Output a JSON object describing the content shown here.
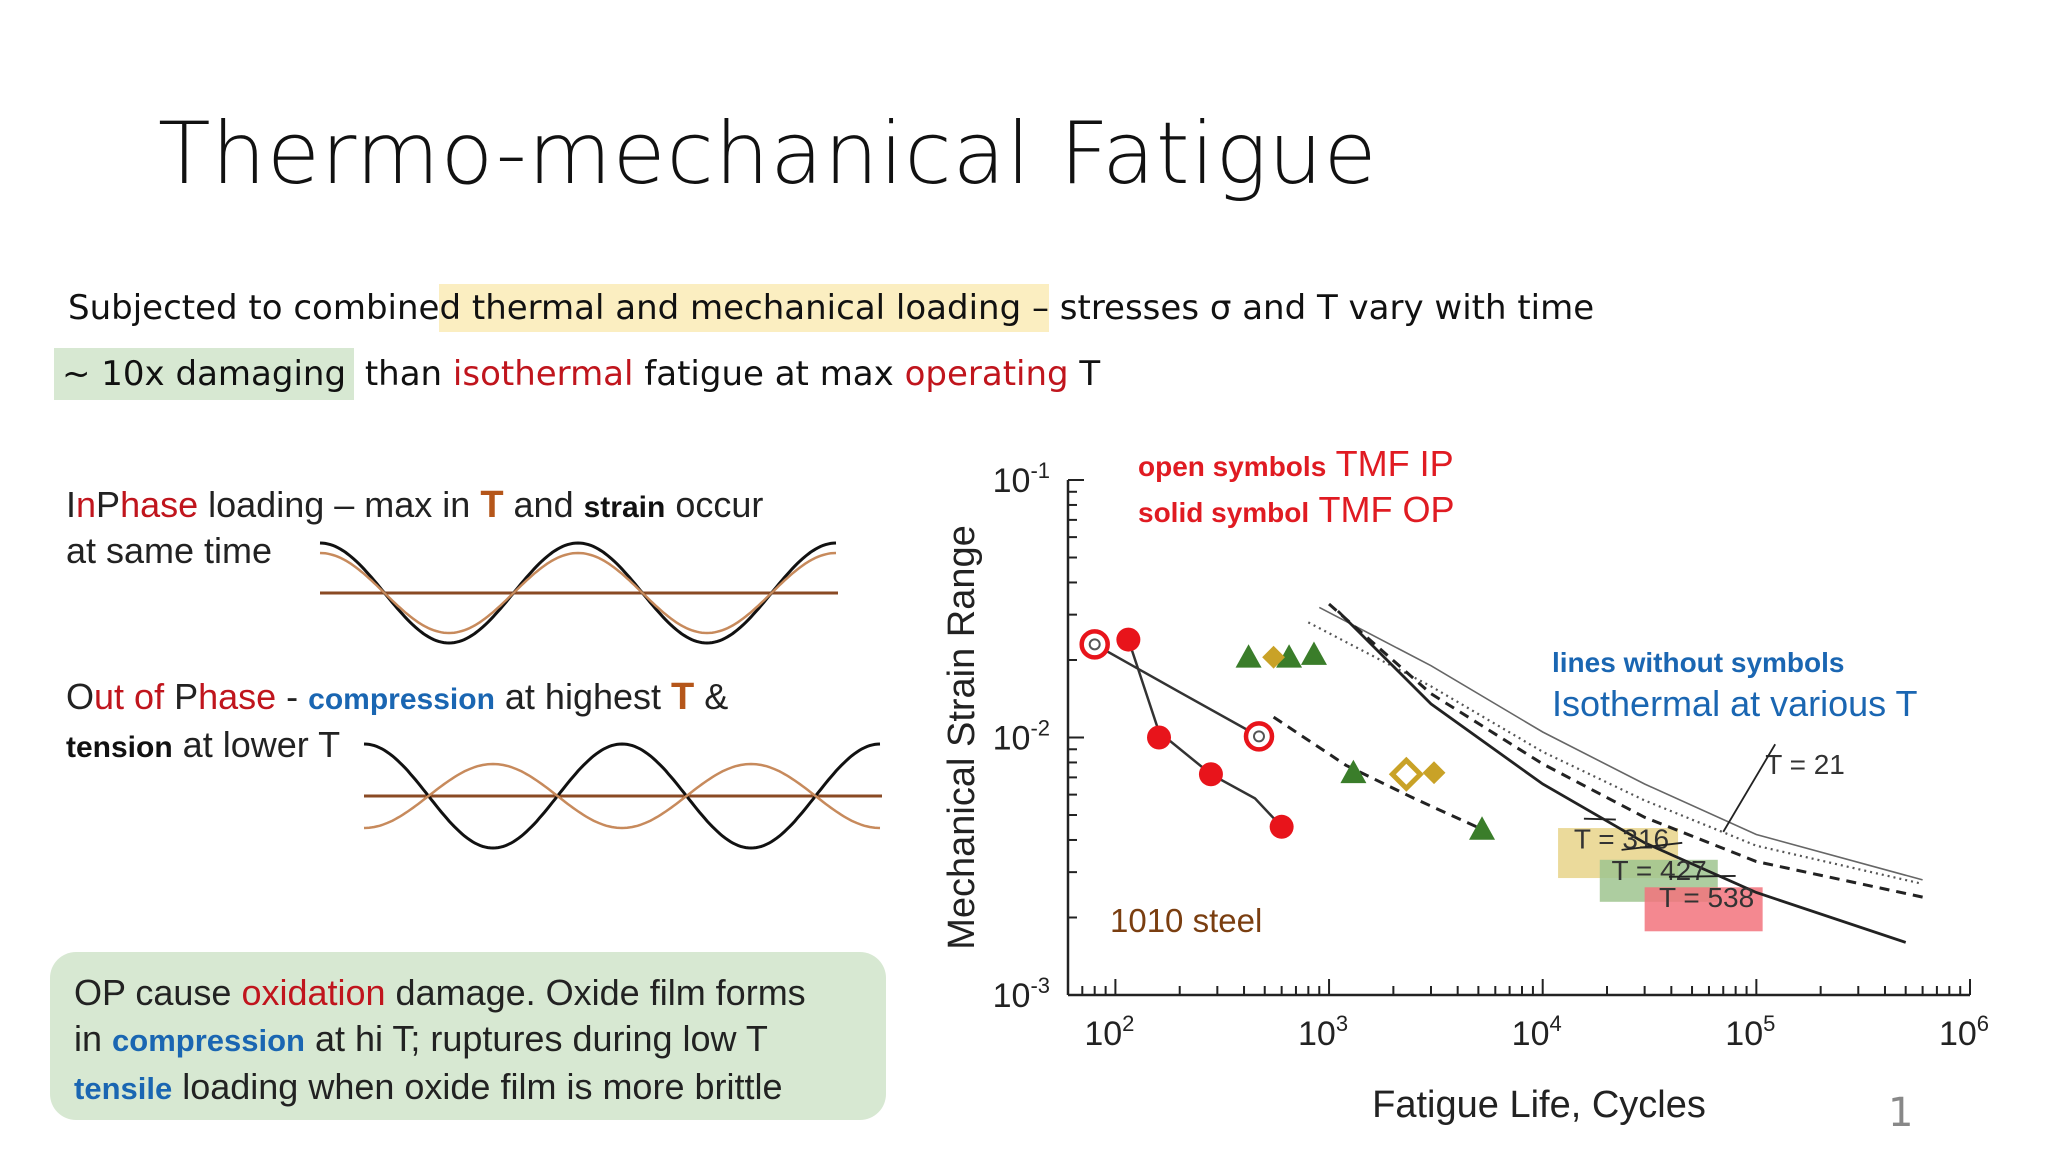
{
  "slide": {
    "title": "Thermo-mechanical Fatigue",
    "line1": {
      "a": "Subjected to combine",
      "b": "d thermal and mechanical loading –",
      "c": " stresses σ and T vary with time"
    },
    "line2": {
      "a": "~ 10x damaging",
      "b": " than ",
      "c": "isothermal",
      "d": " fatigue at max ",
      "e": "operating",
      "f": " T"
    },
    "inphase": {
      "i": "I",
      "n": "n",
      "p": "P",
      "hase": "hase",
      "rest1": " loading – max in ",
      "t": "T",
      "and": " and ",
      "strain": "strain",
      "occur": " occur",
      "line2": "at same time"
    },
    "outphase": {
      "o": "O",
      "ut_of": "ut of ",
      "p": "P",
      "hase": "hase",
      "dash": " - ",
      "compression": "compression",
      "at_highest": " at highest ",
      "t": "T",
      "amp": " &",
      "tension": "tension",
      "at_lower": " at lower T"
    },
    "op_box": {
      "l1a": "OP cause ",
      "l1b": "oxidation",
      "l1c": " damage. Oxide film forms",
      "l2a": "in ",
      "l2b": "compression",
      "l2c": " at hi T; ruptures during low T",
      "l3a": "tensile",
      "l3b": " loading when oxide film is more brittle"
    },
    "page_number": "1"
  },
  "colors": {
    "red": "#c0151d",
    "brown": "#b5561a",
    "blue": "#1a66b2",
    "curve_black": "#111111",
    "curve_orange": "#c78a5c",
    "point_red": "#e8141b",
    "point_green": "#3a7d2a",
    "point_gold": "#c9a227"
  },
  "chart_data": [
    {
      "type": "line",
      "name": "in-phase-waves",
      "series": [
        {
          "name": "",
          "phase_deg": 0,
          "color": "#111111"
        },
        {
          "name": "",
          "phase_deg": 0,
          "color": "#c78a5c"
        }
      ]
    },
    {
      "type": "line",
      "name": "out-of-phase-waves",
      "series": [
        {
          "name": "",
          "phase_deg": 0,
          "color": "#111111"
        },
        {
          "name": "",
          "phase_deg": 180,
          "color": "#c78a5c"
        }
      ]
    },
    {
      "type": "scatter",
      "title": "",
      "xlabel": "Fatigue Life, Cycles",
      "ylabel": "Mechanical Strain Range",
      "xscale": "log",
      "yscale": "log",
      "xlim": [
        60,
        1000000
      ],
      "ylim": [
        0.001,
        0.1
      ],
      "x_ticks": [
        {
          "value": 100,
          "base": "10",
          "exp": "2"
        },
        {
          "value": 1000,
          "base": "10",
          "exp": "3"
        },
        {
          "value": 10000,
          "base": "10",
          "exp": "4"
        },
        {
          "value": 100000,
          "base": "10",
          "exp": "5"
        },
        {
          "value": 1000000,
          "base": "10",
          "exp": "6"
        }
      ],
      "y_ticks": [
        {
          "value": 0.1,
          "base": "10",
          "exp": "-1"
        },
        {
          "value": 0.01,
          "base": "10",
          "exp": "-2"
        },
        {
          "value": 0.001,
          "base": "10",
          "exp": "-3"
        }
      ],
      "legend": {
        "open_a": "open symbols",
        "open_b": " TMF IP",
        "solid_a": "solid symbol",
        "solid_b": " TMF OP",
        "lines_a": "lines without symbols",
        "lines_b": "Isothermal at various T"
      },
      "material_label": "1010 steel",
      "isothermal_lines": [
        {
          "label": "T = 21",
          "style": "solid-thin",
          "x": [
            900,
            3000,
            10000,
            30000,
            100000,
            600000
          ],
          "y": [
            0.032,
            0.019,
            0.0105,
            0.0066,
            0.0042,
            0.0028
          ]
        },
        {
          "label": "T = 316",
          "style": "dotted",
          "x": [
            800,
            3000,
            10000,
            30000,
            100000,
            600000
          ],
          "y": [
            0.028,
            0.0158,
            0.0088,
            0.0057,
            0.0038,
            0.0027
          ]
        },
        {
          "label": "T = 427",
          "style": "dashed",
          "x": [
            1000,
            3000,
            10000,
            30000,
            100000,
            600000
          ],
          "y": [
            0.033,
            0.0148,
            0.0079,
            0.0049,
            0.0033,
            0.0024
          ]
        },
        {
          "label": "T = 538",
          "style": "solid",
          "x": [
            1100,
            3000,
            10000,
            30000,
            100000,
            500000
          ],
          "y": [
            0.031,
            0.0135,
            0.0066,
            0.0039,
            0.0025,
            0.0016
          ]
        }
      ],
      "label_highlights": {
        "T = 316": "#e8d38a",
        "T = 427": "#9fc48f",
        "T = 538": "#f2737d"
      },
      "ip_points": {
        "x": [
          80,
          470
        ],
        "y": [
          0.023,
          0.0101
        ],
        "color": "#e8141b",
        "marker": "open-circle"
      },
      "ip_line": {
        "x": [
          80,
          200,
          470
        ],
        "y": [
          0.023,
          0.015,
          0.0101
        ]
      },
      "op_red": {
        "x": [
          115,
          160,
          280,
          600
        ],
        "y": [
          0.024,
          0.01,
          0.0072,
          0.0045
        ],
        "color": "#e8141b",
        "marker": "solid-circle"
      },
      "op_red_line": {
        "x": [
          115,
          160,
          280,
          450,
          600
        ],
        "y": [
          0.024,
          0.0105,
          0.0072,
          0.0058,
          0.0045
        ]
      },
      "op_green": {
        "x": [
          420,
          650,
          850,
          1300,
          5200
        ],
        "y": [
          0.0205,
          0.0205,
          0.021,
          0.0073,
          0.0044
        ],
        "color": "#3a7d2a",
        "marker": "solid-triangle"
      },
      "op_green_line": {
        "x": [
          550,
          1200,
          2500,
          5200
        ],
        "y": [
          0.012,
          0.0078,
          0.0058,
          0.0044
        ]
      },
      "op_gold": {
        "x": [
          550,
          2300,
          3100
        ],
        "y": [
          0.0205,
          0.0072,
          0.0073
        ],
        "color": "#c9a227",
        "marker": "open-diamond"
      }
    }
  ]
}
